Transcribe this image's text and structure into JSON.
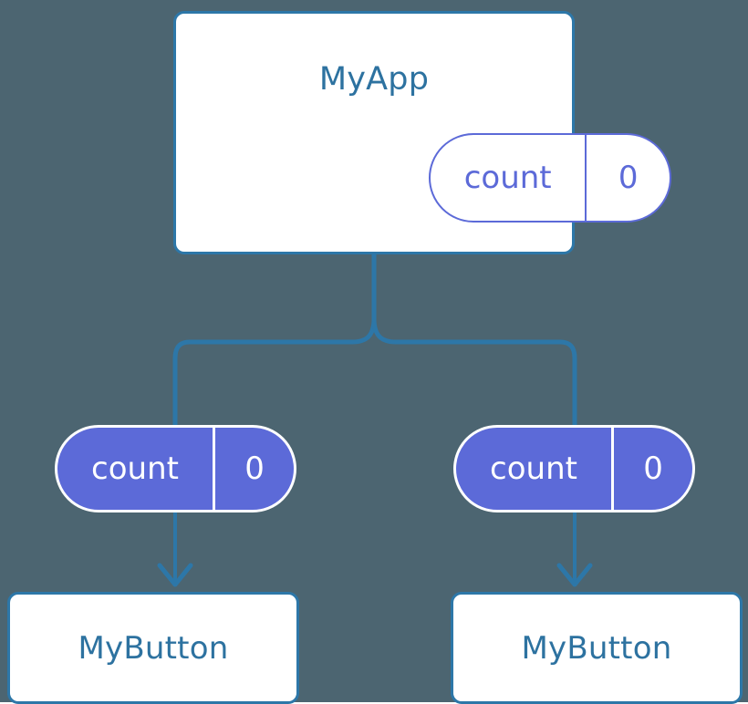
{
  "diagram": {
    "type": "component-state-tree",
    "background_color": "#4c6571",
    "accent_line_color": "#2d77a8",
    "state_color": "#5c6ad8",
    "component_text_color": "#2d72a0",
    "root": {
      "name": "root-component",
      "title": "MyApp",
      "state": {
        "key": "count",
        "value": "0"
      }
    },
    "children": [
      {
        "name": "child-left",
        "title": "MyButton",
        "state": {
          "key": "count",
          "value": "0"
        }
      },
      {
        "name": "child-right",
        "title": "MyButton",
        "state": {
          "key": "count",
          "value": "0"
        }
      }
    ]
  }
}
